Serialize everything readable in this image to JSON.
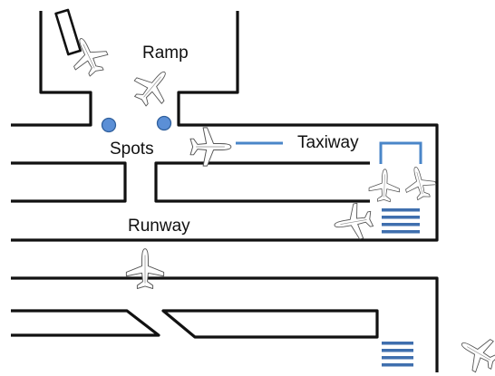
{
  "labels": {
    "ramp": "Ramp",
    "spots": "Spots",
    "taxiway": "Taxiway",
    "runway": "Runway"
  },
  "colors": {
    "walls": "#111111",
    "route": "#4a86c8",
    "spot_marker": "#5b8fd6",
    "hold_bars": "#3f6fae",
    "background": "#ffffff"
  },
  "icons": {
    "aircraft": "airplane-icon",
    "gate_marker": "parking-spot-icon",
    "hold_line": "hold-short-bars-icon"
  }
}
